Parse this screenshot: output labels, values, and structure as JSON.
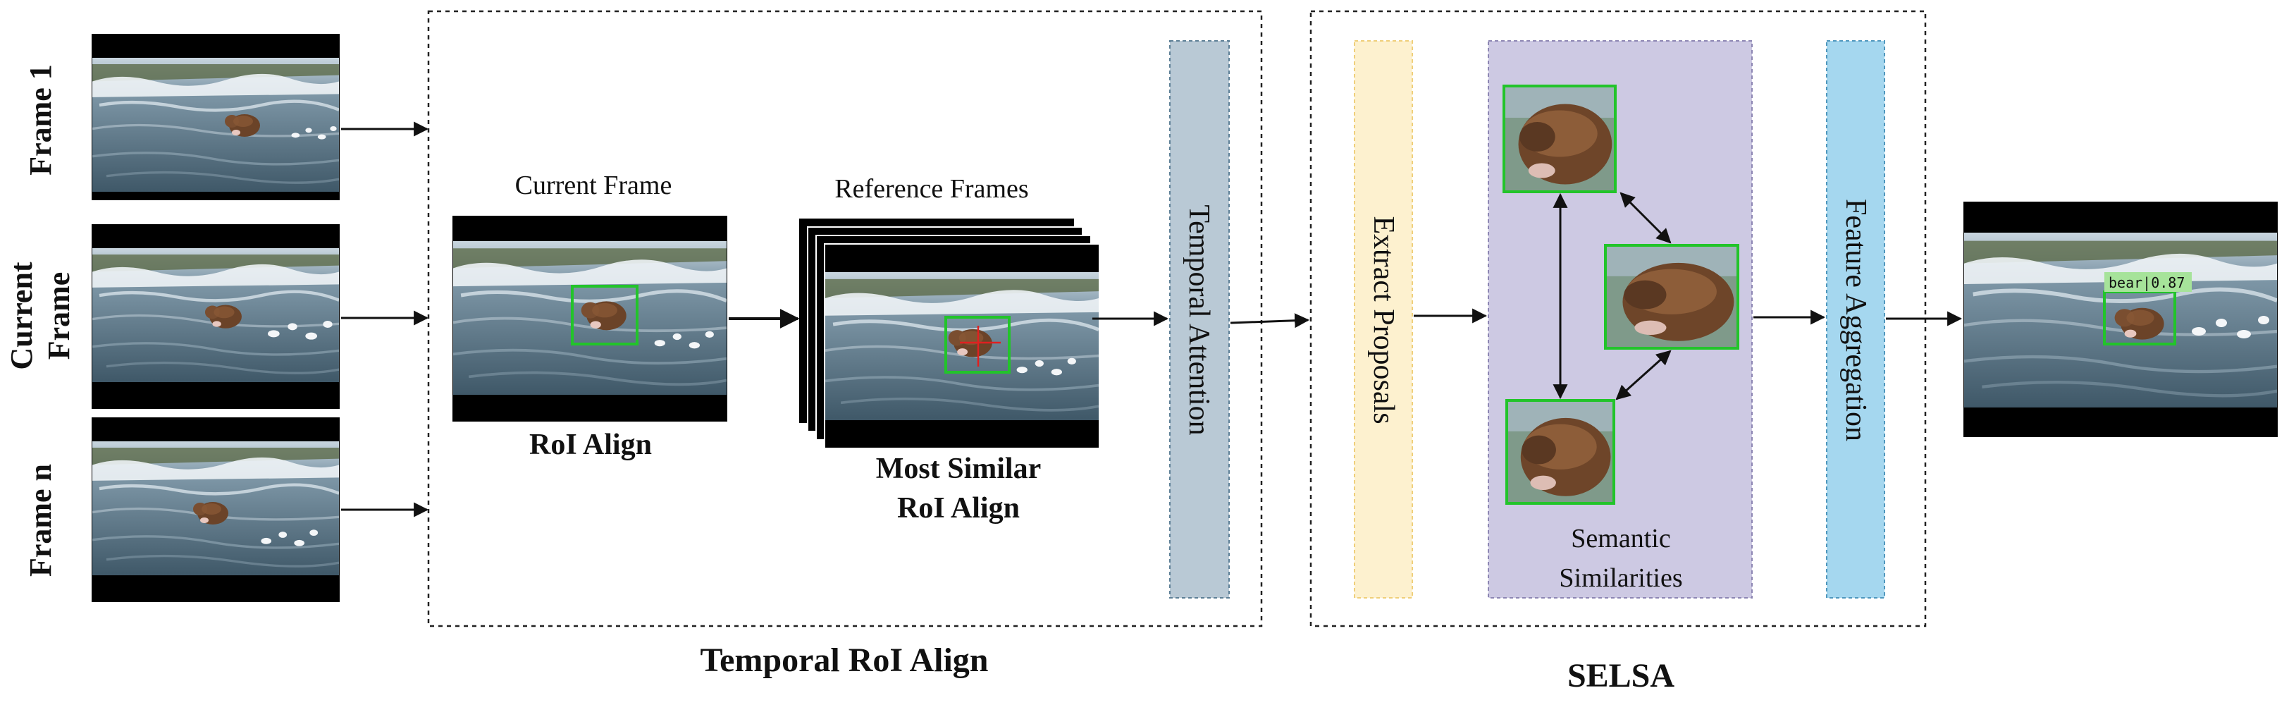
{
  "inputs": {
    "frame1": "Frame 1",
    "current_frame_line1": "Current",
    "current_frame_line2": "Frame",
    "frame_n": "Frame n"
  },
  "temporal_roi_align": {
    "title": "Temporal RoI Align",
    "current_frame": "Current Frame",
    "reference_frames": "Reference Frames",
    "roi_align": "RoI Align",
    "most_similar_line1": "Most Similar",
    "most_similar_line2": "RoI Align",
    "temporal_attention": "Temporal Attention"
  },
  "selsa": {
    "title": "SELSA",
    "extract_proposals": "Extract Proposals",
    "semantic_line1": "Semantic",
    "semantic_line2": "Similarities",
    "feature_aggregation": "Feature Aggregation"
  },
  "output": {
    "detection_label": "bear|0.87"
  },
  "colors": {
    "box_green": "#22c42a",
    "extract_fill": "#fdf1cf",
    "extract_border": "#efcf7a",
    "semantic_fill": "#cdc9e3",
    "temporal_fill": "#b9c9d5",
    "feature_fill": "#a5d7ef",
    "label_bg": "#a6e39a"
  }
}
